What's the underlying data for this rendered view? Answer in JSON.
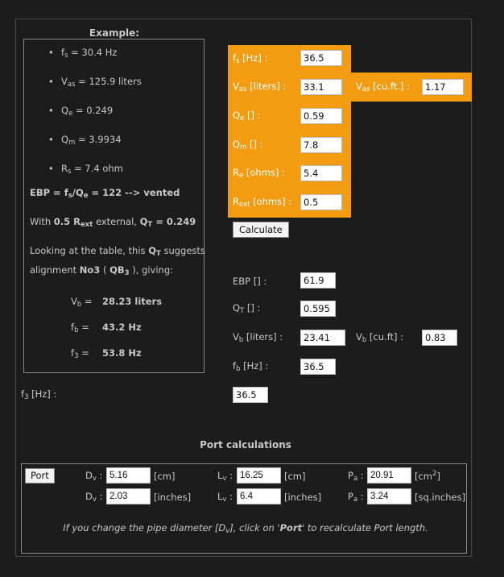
{
  "example": {
    "title": "Example:",
    "fs": "f_s = 30.4 Hz",
    "vas": "V_as = 125.9 liters",
    "qe": "Q_e = 0.249",
    "qm": "Q_m = 3.9934",
    "rs": "R_s = 7.4 ohm",
    "ebp_pre": "EBP = f",
    "ebp_mid": "/Q",
    "ebp_eq": " = ",
    "ebp_val": "122",
    "ebp_arrow": " --> ",
    "ebp_result": "vented",
    "with_text": "With ",
    "with_val": "0.5 R",
    "with_sub": "ext",
    "with_rest": " external, ",
    "qt_label": "Q",
    "qt_sub": "T",
    "qt_val": " = 0.249",
    "table_text1": "Looking at the table, this ",
    "table_text1b": " suggests",
    "table_text2a": "alignment ",
    "table_text2b": "No3",
    "table_text2c": " ( ",
    "table_text2d": "QB",
    "table_text2e": "3",
    "table_text2f": " ), giving:",
    "vb_label": "V",
    "vb_sub": "b",
    "vb_eq": " =",
    "vb_val": "28.23 liters",
    "fb_label": "f",
    "fb_sub": "b",
    "fb_eq": " =",
    "fb_val": "43.2 Hz",
    "f3_label": "f",
    "f3_sub": "3",
    "f3_eq": " =",
    "f3_val": "53.8 Hz"
  },
  "inputs": {
    "fs_label": "f",
    "fs_sub": "s",
    "fs_unit": " [Hz] :",
    "fs_value": "36.5",
    "vas_label": "V",
    "vas_sub": "as",
    "vas_unit": " [liters] :",
    "vas_value": "33.1",
    "vascf_label": "V",
    "vascf_sub": "as",
    "vascf_unit": " [cu.ft.] :",
    "vascf_value": "1.17",
    "qe_label": "Q",
    "qe_sub": "e",
    "qe_unit": " [] :",
    "qe_value": "0.59",
    "qm_label": "Q",
    "qm_sub": "m",
    "qm_unit": " [] :",
    "qm_value": "7.8",
    "re_label": "R",
    "re_sub": "e",
    "re_unit": " [ohms] :",
    "re_value": "5.4",
    "rext_label": "R",
    "rext_sub": "ext",
    "rext_unit": " [ohms] :",
    "rext_value": "0.5",
    "calculate_label": "Calculate"
  },
  "results": {
    "ebp_label": "EBP [] :",
    "ebp_value": "61.9",
    "qt_label": "Q",
    "qt_sub": "T",
    "qt_unit": " [] :",
    "qt_value": "0.595",
    "vb_label": "V",
    "vb_sub": "b",
    "vb_unit": " [liters] :",
    "vb_value": "23.41",
    "vbcf_label": "V",
    "vbcf_sub": "b",
    "vbcf_unit": " [cu.ft] :",
    "vbcf_value": "0.83",
    "fb_label": "f",
    "fb_sub": "b",
    "fb_unit": " [Hz] :",
    "fb_value": "36.5",
    "f3_label": "f",
    "f3_sub": "3",
    "f3_unit": " [Hz] :",
    "f3_value": "36.5"
  },
  "port": {
    "title": "Port calculations",
    "button": "Port",
    "dv_label": "D",
    "dv_sub": "v",
    "colon": " :",
    "dv_cm": "5.16",
    "unit_cm": "[cm]",
    "lv_label": "L",
    "lv_sub": "v",
    "lv_cm": "16.25",
    "pa_label": "P",
    "pa_sub": "a",
    "pa_cm2": "20.91",
    "unit_cm2_pre": "[cm",
    "unit_cm2_sup": "2",
    "unit_cm2_post": "]",
    "dv_in": "2.03",
    "unit_in": "[inches]",
    "lv_in": "6.4",
    "pa_in": "3.24",
    "unit_sqin": "[sq.inches]",
    "note_pre": "If you change the pipe diameter [D",
    "note_sub": "v",
    "note_mid": "], click on '",
    "note_btn": "Port",
    "note_post": "' to recalculate Port length."
  }
}
